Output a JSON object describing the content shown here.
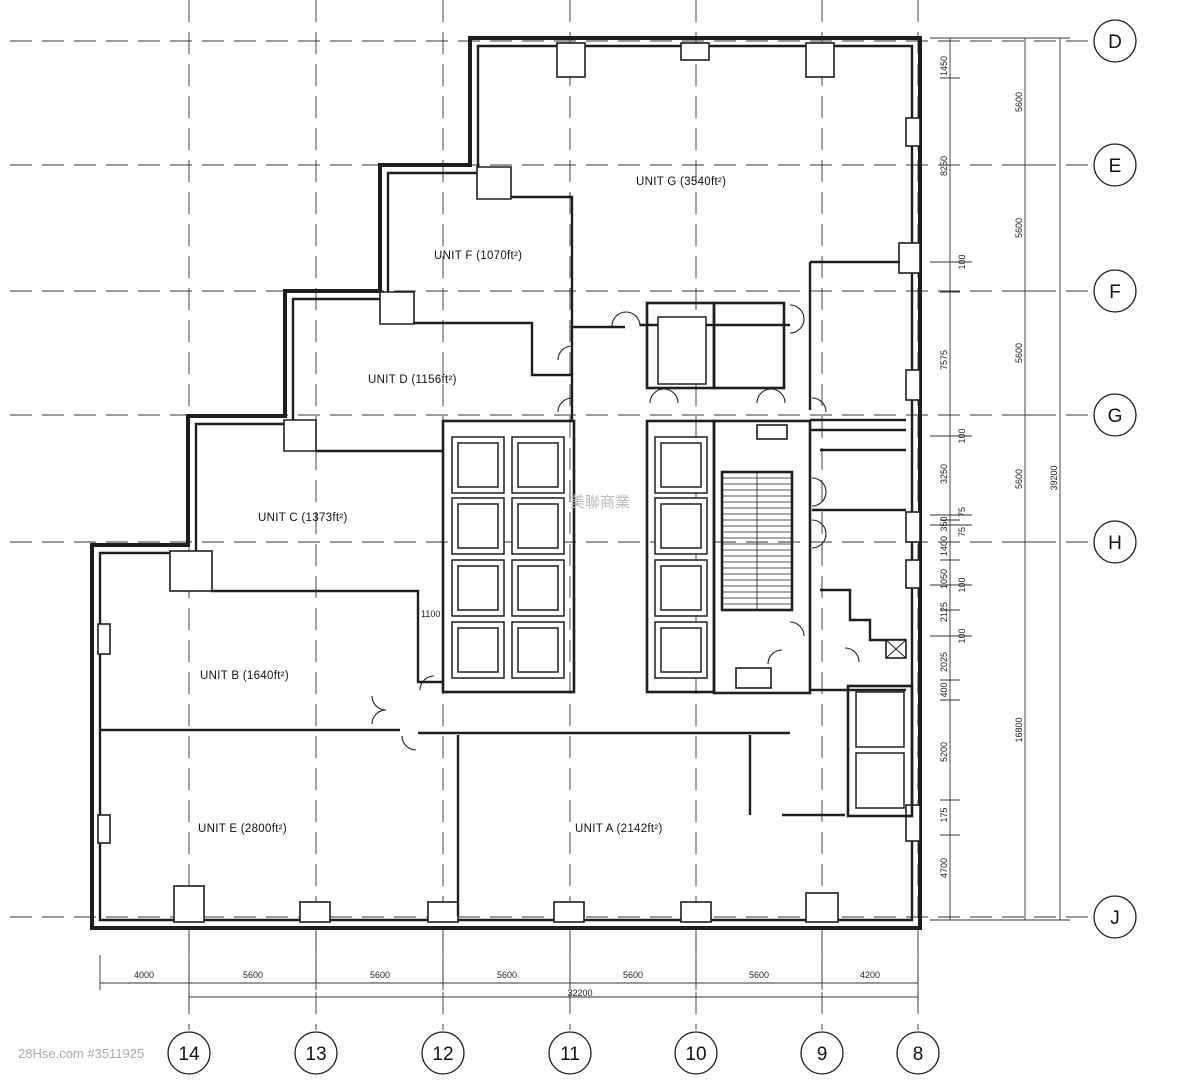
{
  "axes_right": [
    "D",
    "E",
    "F",
    "G",
    "H",
    "J"
  ],
  "axes_bottom": [
    "14",
    "13",
    "12",
    "11",
    "10",
    "9",
    "8"
  ],
  "units": [
    {
      "name": "UNIT G (3540ft²)"
    },
    {
      "name": "UNIT F (1070ft²)"
    },
    {
      "name": "UNIT D (1156ft²)"
    },
    {
      "name": "UNIT C (1373ft²)"
    },
    {
      "name": "UNIT B (1640ft²)"
    },
    {
      "name": "UNIT E (2800ft²)"
    },
    {
      "name": "UNIT A (2142ft²)"
    }
  ],
  "dims_bottom": [
    "4000",
    "5600",
    "5600",
    "5600",
    "5600",
    "5600",
    "4200"
  ],
  "dim_bottom_total": "32200",
  "dims_right_inner": [
    "1450",
    "8250",
    "7575",
    "3250",
    "350",
    "1400",
    "1050",
    "2125",
    "2025",
    "400",
    "5200",
    "175",
    "4700"
  ],
  "dims_right_small": [
    "100",
    "100",
    "75",
    "75",
    "100",
    "100"
  ],
  "dims_right_mid": [
    "5600",
    "5600",
    "5600",
    "5600",
    "16800"
  ],
  "dim_right_total": "39200",
  "dim_core": "1100",
  "watermark": "美聯商業",
  "credit": "28Hse.com #3511925"
}
